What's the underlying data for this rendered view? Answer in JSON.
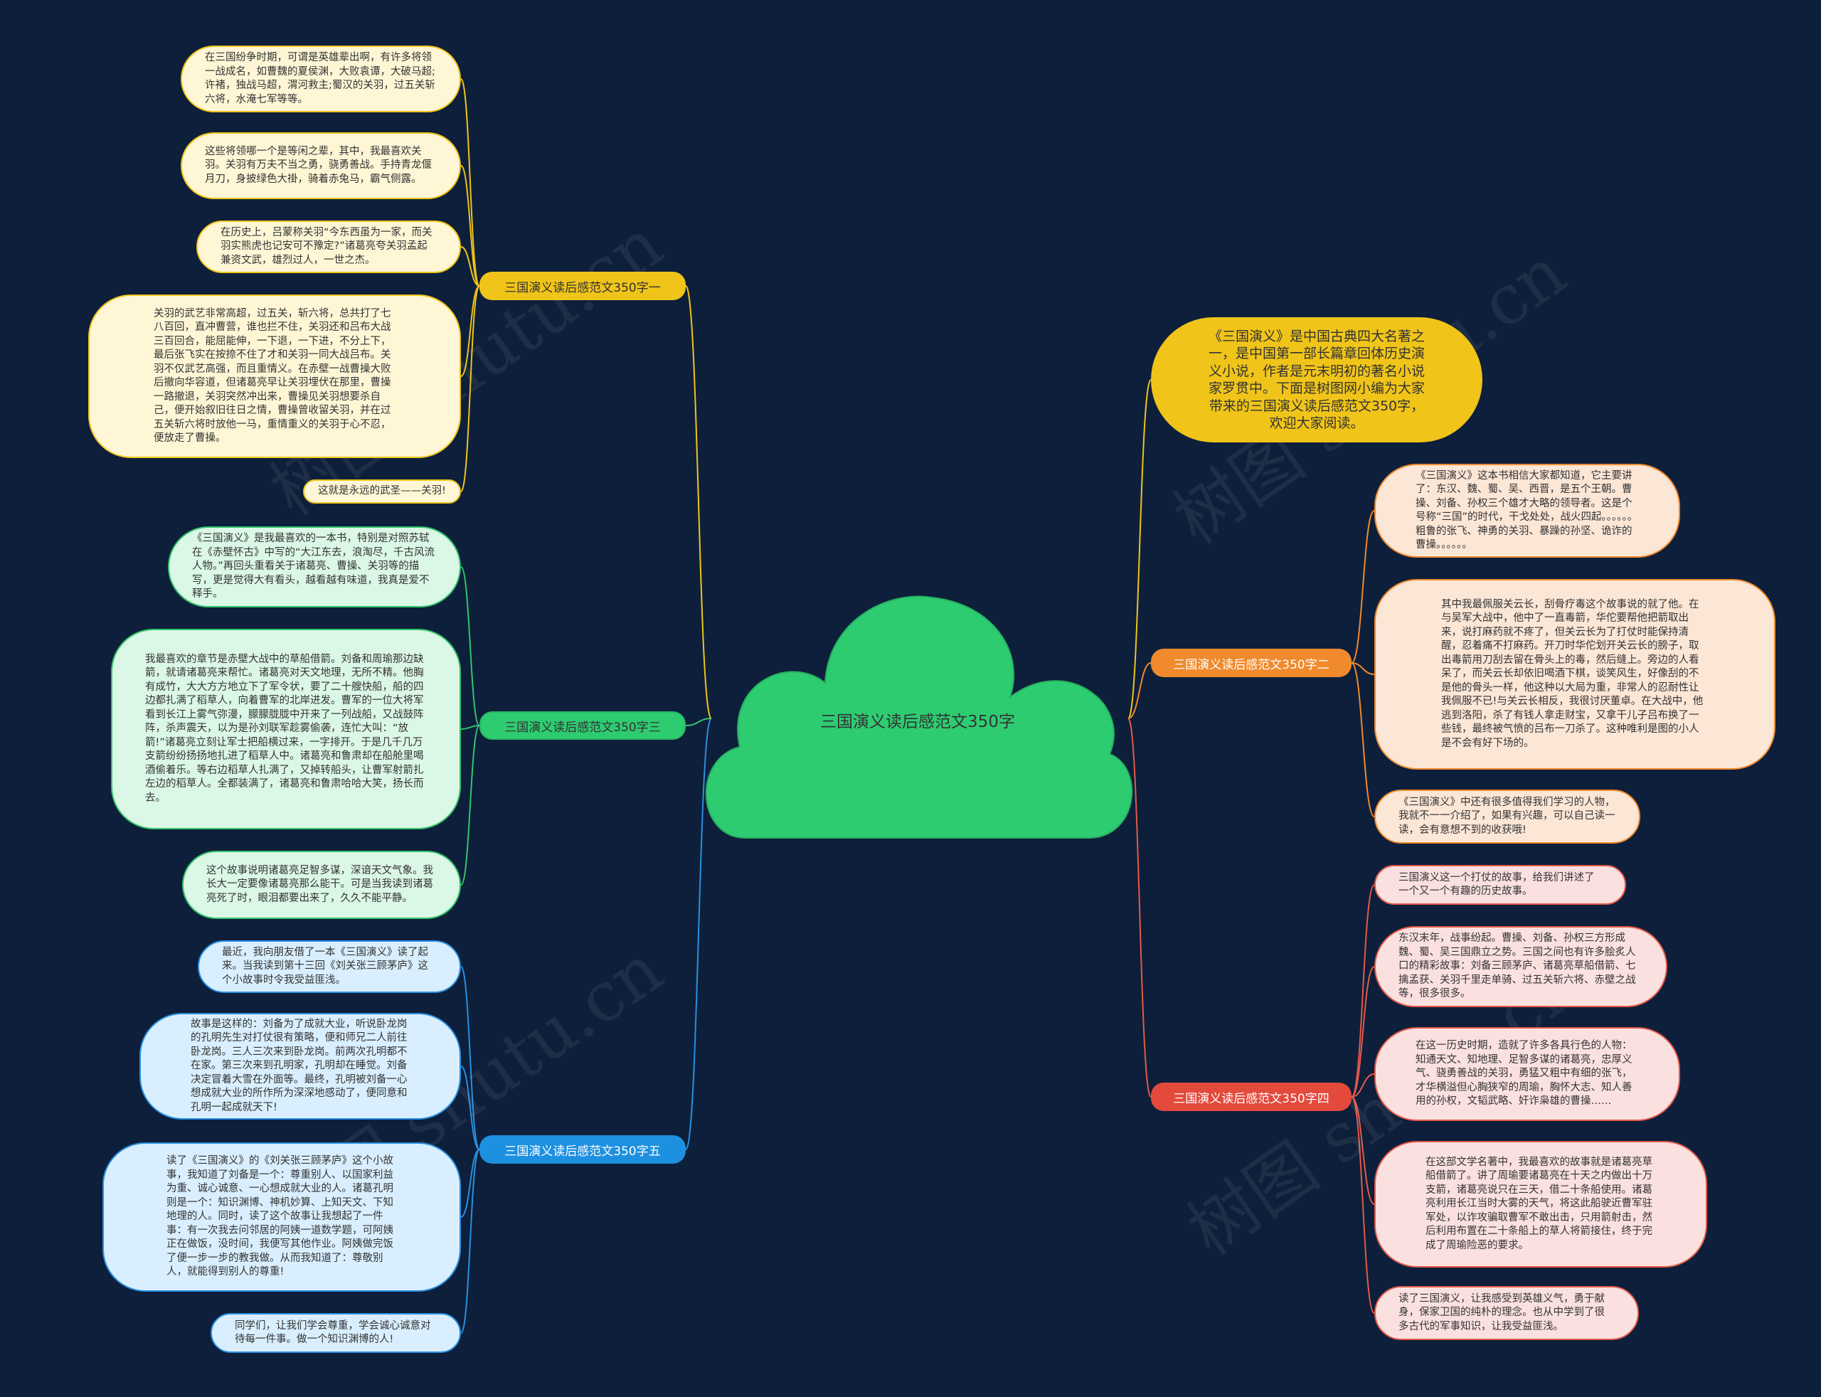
{
  "center": {
    "title": "三国演义读后感范文350字"
  },
  "intro": {
    "text": "《三国演义》是中国古典四大名著之一，是中国第一部长篇章回体历史演义小说，作者是元末明初的著名小说家罗贯中。下面是树图网小编为大家带来的三国演义读后感范文350字，欢迎大家阅读。"
  },
  "branches": {
    "b1": {
      "label": "三国演义读后感范文350字一",
      "leaves": [
        "在三国纷争时期，可谓是英雄辈出啊，有许多将领一战成名，如曹魏的夏侯渊，大败袁谭，大破马超;许褚，独战马超，渭河救主;蜀汉的关羽，过五关斩六将，水淹七军等等。",
        "这些将领哪一个是等闲之辈，其中，我最喜欢关羽。关羽有万夫不当之勇，骁勇善战。手持青龙偃月刀，身披绿色大褂，骑着赤兔马，霸气侧露。",
        "在历史上，吕蒙称关羽“今东西虽为一家，而关羽实熊虎也记安可不豫定?”诸葛亮夸关羽孟起兼资文武，雄烈过人，一世之杰。",
        "关羽的武艺非常高超，过五关，斩六将，总共打了七八百回，直冲曹营，谁也拦不住，关羽还和吕布大战三百回合，能屈能伸，一下退，一下进，不分上下，最后张飞实在按捺不住了才和关羽一同大战吕布。关羽不仅武艺高强，而且重情义。在赤壁一战曹操大败后撤向华容道，但诸葛亮早让关羽埋伏在那里，曹操一路撤退，关羽突然冲出来，曹操见关羽想要杀自己，便开始叙旧往日之情，曹操曾收留关羽，并在过五关斩六将时放他一马，重情重义的关羽于心不忍，便放走了曹操。",
        "这就是永远的武圣——关羽!"
      ]
    },
    "b2": {
      "label": "三国演义读后感范文350字二",
      "leaves": [
        "《三国演义》这本书相信大家都知道，它主要讲了：东汉、魏、蜀、吴、西晋，是五个王朝。曹操、刘备、孙权三个雄才大略的领导者。这是个号称“三国”的时代，干戈处处，战火四起。。。。。。粗鲁的张飞、神勇的关羽、暴躁的孙坚、诡诈的曹操。。。。。。",
        "其中我最佩服关云长，刮骨疗毒这个故事说的就了他。在与吴军大战中，他中了一直毒箭，华佗要帮他把箭取出来，说打麻药就不疼了，但关云长为了打仗时能保持清醒，忍着痛不打麻药。开刀时华佗划开关云长的膀子，取出毒箭用刀刮去留在骨头上的毒，然后缝上。旁边的人看呆了，而关云长却依旧喝酒下棋，谈笑风生，好像刮的不是他的骨头一样，他这种以大局为重，非常人的忍耐性让我佩服不已!与关云长相反，我很讨厌董卓。在大战中，他逃到洛阳，杀了有钱人拿走财宝，又拿干儿子吕布换了一些钱，最终被气愤的吕布一刀杀了。这种唯利是图的小人是不会有好下场的。",
        "《三国演义》中还有很多值得我们学习的人物，我就不一一介绍了，如果有兴趣，可以自己读一读，会有意想不到的收获哦!"
      ]
    },
    "b3": {
      "label": "三国演义读后感范文350字三",
      "leaves": [
        "《三国演义》是我最喜欢的一本书，特别是对照苏轼在《赤壁怀古》中写的“大江东去，浪淘尽，千古风流人物。”再回头重看关于诸葛亮、曹操、关羽等的描写，更是觉得大有看头，越看越有味道，我真是爱不释手。",
        "我最喜欢的章节是赤壁大战中的草船借箭。刘备和周瑜那边缺箭，就请诸葛亮来帮忙。诸葛亮对天文地理，无所不精。他胸有成竹，大大方方地立下了军令状，要了二十艘快船，船的四边都扎满了稻草人，向着曹军的北岸进发。曹军的一位大将军看到长江上雾气弥漫，朦朦胧胧中开来了一列战船，又战鼓阵阵，杀声震天，以为是孙刘联军趁雾偷袭，连忙大叫：“放箭!”诸葛亮立刻让军士把船横过来，一字排开。于是几千几万支箭纷纷扬扬地扎进了稻草人中。诸葛亮和鲁肃却在船舱里喝酒偷着乐。等右边稻草人扎满了，又掉转船头，让曹军射箭扎左边的稻草人。全都装满了，诸葛亮和鲁肃哈哈大笑，扬长而去。",
        "这个故事说明诸葛亮足智多谋，深谙天文气象。我长大一定要像诸葛亮那么能干。可是当我读到诸葛亮死了时，眼泪都要出来了，久久不能平静。"
      ]
    },
    "b4": {
      "label": "三国演义读后感范文350字四",
      "leaves": [
        "三国演义这一个打仗的故事，给我们讲述了一个又一个有趣的历史故事。",
        "东汉末年，战事纷起。曹操、刘备、孙权三方形成魏、蜀、吴三国鼎立之势。三国之间也有许多脍炙人口的精彩故事：刘备三顾茅庐、诸葛亮草船借箭、七擒孟获、关羽千里走单骑、过五关斩六将、赤壁之战等，很多很多。",
        "在这一历史时期，造就了许多各具行色的人物：知通天文、知地理、足智多谋的诸葛亮，忠厚义气、骁勇善战的关羽，勇猛又粗中有细的张飞，才华横溢但心胸狭窄的周瑜，胸怀大志、知人善用的孙权，文韬武略、奸诈枭雄的曹操……",
        "在这部文学名著中，我最喜欢的故事就是诸葛亮草船借箭了。讲了周瑜要诸葛亮在十天之内做出十万支箭，诸葛亮说只在三天，借二十条船使用。诸葛亮利用长江当时大雾的天气，将这此船驶近曹军驻军处，以诈攻骗取曹军不敢出击，只用箭射击，然后利用布置在二十条船上的草人将箭接住，终于完成了周瑜险恶的要求。",
        "读了三国演义，让我感受到英雄义气，勇于献身，保家卫国的纯朴的理念。也从中学到了很多古代的军事知识，让我受益匪浅。"
      ]
    },
    "b5": {
      "label": "三国演义读后感范文350字五",
      "leaves": [
        "最近，我向朋友借了一本《三国演义》读了起来。当我读到第十三回《刘关张三顾茅庐》这个小故事时令我受益匪浅。",
        "故事是这样的：刘备为了成就大业，听说卧龙岗的孔明先生对打仗很有策略，便和师兄二人前往卧龙岗。三人三次来到卧龙岗。前两次孔明都不在家。第三次来到孔明家，孔明却在睡觉。刘备决定冒着大雪在外面等。最终，孔明被刘备一心想成就大业的所作所为深深地感动了，便同意和孔明一起成就天下!",
        "读了《三国演义》的《刘关张三顾茅庐》这个小故事，我知道了刘备是一个：尊重别人、以国家利益为重、诚心诚意、一心想成就大业的人。诸葛孔明则是一个：知识渊博、神机妙算、上知天文、下知地理的人。同时，读了这个故事让我想起了一件事：有一次我去问邻居的阿姨一道数学题，可阿姨正在做饭，没时间，我便写其他作业。阿姨做完饭了便一步一步的教我做。从而我知道了：尊敬别人，就能得到别人的尊重!",
        "同学们，让我们学会尊重，学会诚心诚意对待每一件事。做一个知识渊博的人!"
      ]
    }
  },
  "watermark": {
    "text": "树图 shutu.cn"
  },
  "colors": {
    "background": "#0d1f3a",
    "center": "#2ecc71",
    "yellow": "#f0c419",
    "orange": "#f08a2c",
    "green": "#33c46a",
    "red": "#e45a4a",
    "blue": "#2a8fe0"
  }
}
